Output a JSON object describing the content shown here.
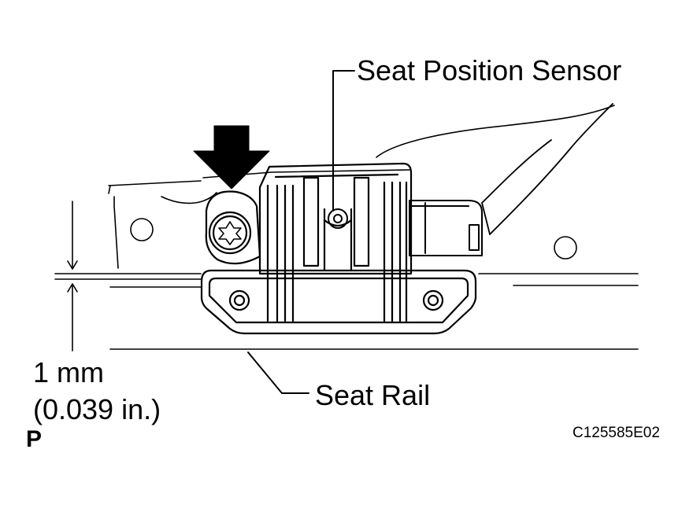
{
  "labels": {
    "sensor": "Seat Position Sensor",
    "rail": "Seat Rail",
    "dimension_mm": "1 mm",
    "dimension_in": "(0.039 in.)",
    "figure_code": "C125585E02",
    "view_marker": "P"
  },
  "colors": {
    "ink": "#000000",
    "background": "#ffffff"
  },
  "icons": {
    "push_direction": "down-arrow-icon"
  }
}
